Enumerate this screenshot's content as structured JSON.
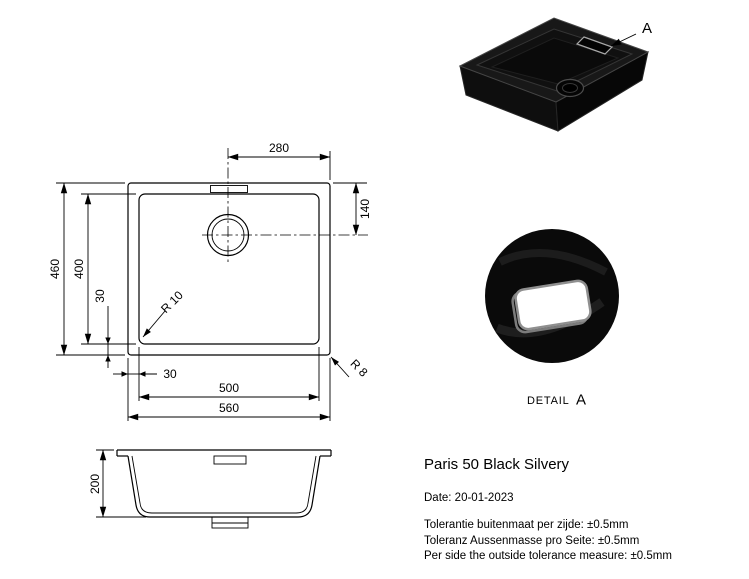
{
  "drawing": {
    "top_view": {
      "dim_drain_to_edge": "280",
      "dim_drain_from_top": "140",
      "dim_outer_height": "460",
      "dim_inner_height": "400",
      "dim_flange_vertical": "30",
      "dim_flange_horizontal": "30",
      "dim_inner_width": "500",
      "dim_outer_width": "560",
      "radius_inner_corner": "R 10",
      "radius_outer_corner": "R 8"
    },
    "side_view": {
      "dim_depth": "200"
    },
    "iso_view": {
      "callout_letter": "A"
    },
    "detail_view": {
      "label_prefix": "DETAIL",
      "label_letter": "A"
    }
  },
  "title_block": {
    "product_name": "Paris 50 Black Silvery",
    "date_line": "Date: 20-01-2023",
    "tolerance_lines": [
      "Tolerantie buitenmaat per zijde: ±0.5mm",
      "Toleranz Aussenmasse pro Seite: ±0.5mm",
      "Per side the outside tolerance measure: ±0.5mm"
    ]
  },
  "colors": {
    "line": "#000000",
    "sink_black": "#0d0d0d",
    "background": "#ffffff"
  }
}
